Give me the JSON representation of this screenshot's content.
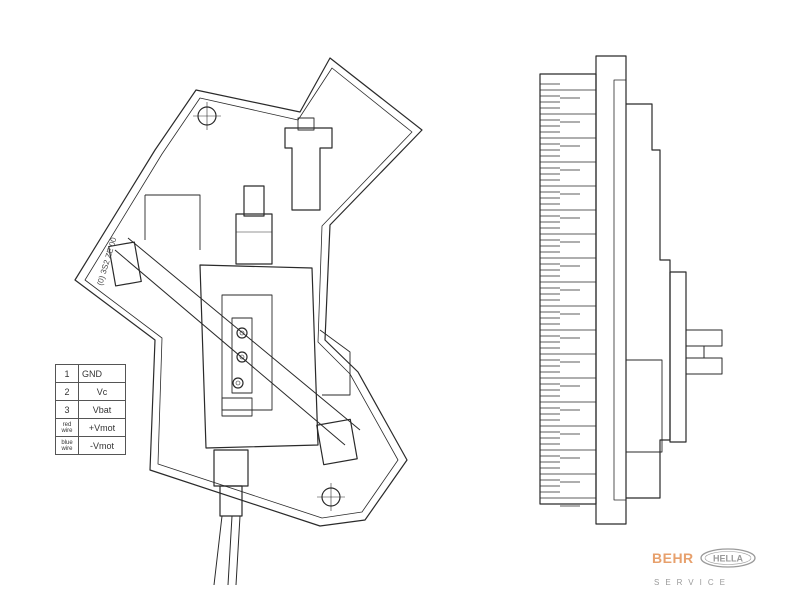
{
  "part_marking": "(0) 3S2 ZE 00",
  "pinout": [
    {
      "pin": "1",
      "signal": "GND"
    },
    {
      "pin": "2",
      "signal": "Vc"
    },
    {
      "pin": "3",
      "signal": "Vbat"
    },
    {
      "pin": "red\nwire",
      "signal": "+Vmot"
    },
    {
      "pin": "blue\nwire",
      "signal": "-Vmot"
    }
  ],
  "brand": {
    "behr": "BEHR",
    "hella": "HELLA",
    "service": "SERVICE",
    "behr_color": "#e7a06c",
    "service_color": "#9a9a9a"
  }
}
